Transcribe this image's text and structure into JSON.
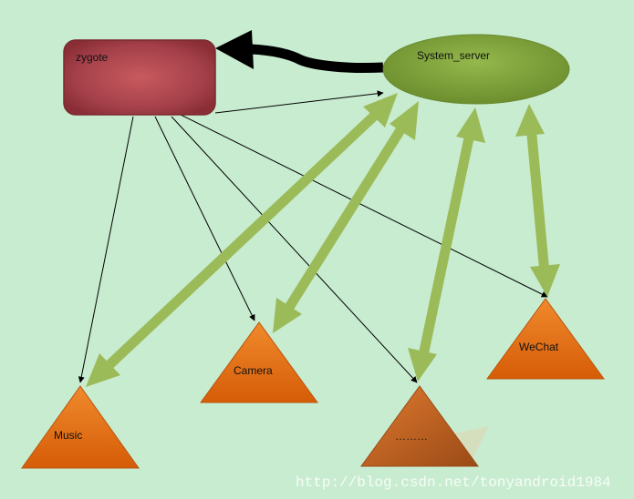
{
  "diagram": {
    "nodes": {
      "zygote": {
        "label": "zygote",
        "shape": "rounded-rectangle",
        "color": "#9e3a3e"
      },
      "system_server": {
        "label": "System_server",
        "shape": "ellipse",
        "color": "#7a9e3a"
      },
      "music": {
        "label": "Music",
        "shape": "triangle",
        "color": "#e46c0a"
      },
      "camera": {
        "label": "Camera",
        "shape": "triangle",
        "color": "#e46c0a"
      },
      "others": {
        "label": "………",
        "shape": "triangle",
        "color": "#c8621e"
      },
      "wechat": {
        "label": "WeChat",
        "shape": "triangle",
        "color": "#e46c0a"
      }
    },
    "edges": [
      {
        "from": "system_server",
        "to": "zygote",
        "style": "thick-black-curved"
      },
      {
        "from": "zygote",
        "to": "system_server",
        "style": "thin-black"
      },
      {
        "from": "zygote",
        "to": "music",
        "style": "thin-black"
      },
      {
        "from": "zygote",
        "to": "camera",
        "style": "thin-black"
      },
      {
        "from": "zygote",
        "to": "others",
        "style": "thin-black"
      },
      {
        "from": "zygote",
        "to": "wechat",
        "style": "thin-black"
      },
      {
        "from": "system_server",
        "to": "music",
        "style": "thick-green-bidirectional"
      },
      {
        "from": "system_server",
        "to": "camera",
        "style": "thick-green-bidirectional"
      },
      {
        "from": "system_server",
        "to": "others",
        "style": "thick-green-bidirectional"
      },
      {
        "from": "system_server",
        "to": "wechat",
        "style": "thick-green-bidirectional"
      }
    ],
    "colors": {
      "background": "#c8ecd0",
      "green_arrow": "#9bbb59",
      "black_arrow": "#000000"
    }
  },
  "watermark": "http://blog.csdn.net/tonyandroid1984"
}
